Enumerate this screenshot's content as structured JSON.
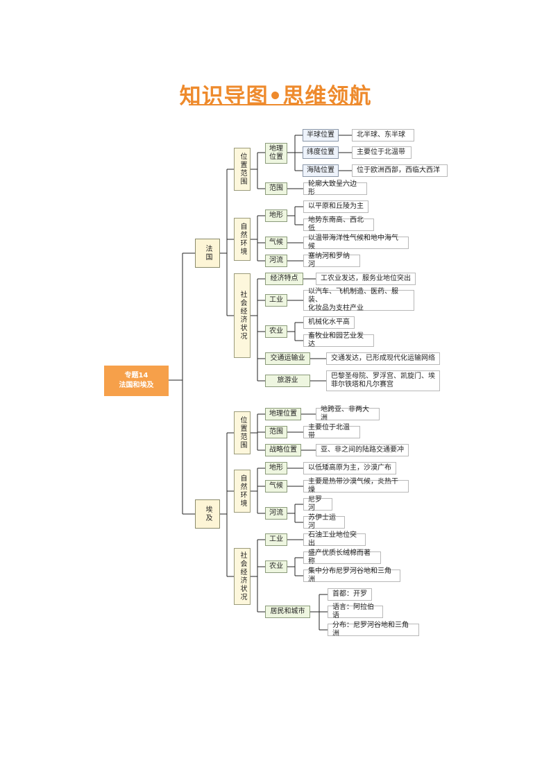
{
  "title": "知识导图•思维领航",
  "root": "专题14\n法国和埃及",
  "france": {
    "label": "法国",
    "position": {
      "label": "位置范围",
      "geo": {
        "label": "地理位置",
        "hemisphere": {
          "label": "半球位置",
          "value": "北半球、东半球"
        },
        "latitude": {
          "label": "纬度位置",
          "value": "主要位于北温带"
        },
        "sealand": {
          "label": "海陆位置",
          "value": "位于欧洲西部，西临大西洋"
        }
      },
      "scope": {
        "label": "范围",
        "value": "轮廓大致呈六边形"
      }
    },
    "nature": {
      "label": "自然环境",
      "terrain": {
        "label": "地形",
        "values": [
          "以平原和丘陵为主",
          "地势东南高、西北低"
        ]
      },
      "climate": {
        "label": "气候",
        "value": "以温带海洋性气候和地中海气候"
      },
      "river": {
        "label": "河流",
        "value": "塞纳河和罗纳河"
      }
    },
    "society": {
      "label": "社会经济状况",
      "economy": {
        "label": "经济特点",
        "value": "工农业发达，服务业地位突出"
      },
      "industry": {
        "label": "工业",
        "value": "以汽车、飞机制造、医药、服装、\n化妆品为支柱产业"
      },
      "agriculture": {
        "label": "农业",
        "values": [
          "机械化水平高",
          "畜牧业和园艺业发达"
        ]
      },
      "transport": {
        "label": "交通运输业",
        "value": "交通发达，已形成现代化运输网络"
      },
      "tourism": {
        "label": "旅游业",
        "value": "巴黎圣母院、罗浮宫、凯旋门、埃\n菲尔铁塔和凡尔赛宫"
      }
    }
  },
  "egypt": {
    "label": "埃及",
    "position": {
      "label": "位置范围",
      "geo": {
        "label": "地理位置",
        "value": "地跨亚、非两大洲"
      },
      "scope": {
        "label": "范围",
        "value": "主要位于北温带"
      },
      "strategic": {
        "label": "战略位置",
        "value": "亚、非之间的陆路交通要冲"
      }
    },
    "nature": {
      "label": "自然环境",
      "terrain": {
        "label": "地形",
        "value": "以低矮高原为主，沙漠广布"
      },
      "climate": {
        "label": "气候",
        "value": "主要是热带沙漠气候，炎热干燥"
      },
      "river": {
        "label": "河流",
        "values": [
          "尼罗河",
          "苏伊士运河"
        ]
      }
    },
    "society": {
      "label": "社会经济状况",
      "industry": {
        "label": "工业",
        "value": "石油工业地位突出"
      },
      "agriculture": {
        "label": "农业",
        "values": [
          "盛产优质长绒棉而著称",
          "集中分布尼罗河谷地和三角洲"
        ]
      },
      "residents": {
        "label": "居民和城市",
        "values": [
          "首都：开罗",
          "语言：阿拉伯语",
          "分布：尼罗河谷地和三角洲"
        ]
      }
    }
  },
  "colors": {
    "accent": "#ee8a2c",
    "root": "#f6a04a",
    "line": "#222222"
  }
}
